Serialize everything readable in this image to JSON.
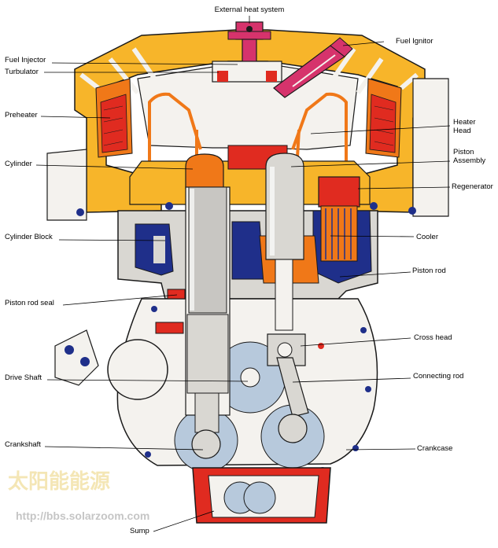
{
  "labels": {
    "external_heat_system": "External heat system",
    "fuel_ignitor": "Fuel Ignitor",
    "fuel_injector": "Fuel Injector",
    "turbulator": "Turbulator",
    "preheater": "Preheater",
    "heater_head": "Heater\nHead",
    "piston_assembly": "Piston\nAssembly",
    "cylinder": "Cylinder",
    "regenerator": "Regenerator",
    "cylinder_block": "Cylinder Block",
    "cooler": "Cooler",
    "piston_rod": "Piston rod",
    "piston_rod_seal": "Piston rod seal",
    "cross_head": "Cross head",
    "drive_shaft": "Drive Shaft",
    "connecting_rod": "Connecting rod",
    "crankshaft": "Crankshaft",
    "crankcase": "Crankcase",
    "sump": "Sump"
  },
  "watermark": {
    "logo_text": "太阳能能源",
    "url": "http://bbs.solarzoom.com"
  },
  "colors": {
    "heater_yellow": "#f7b52a",
    "hot_orange": "#f07818",
    "hot_red": "#e02b20",
    "cool_blue": "#1f2f8a",
    "light_blue": "#b7c9dc",
    "engine_white": "#f4f2ee",
    "body_gray": "#d9d7d2",
    "outline": "#1a1a1a",
    "magenta": "#d6336c"
  }
}
